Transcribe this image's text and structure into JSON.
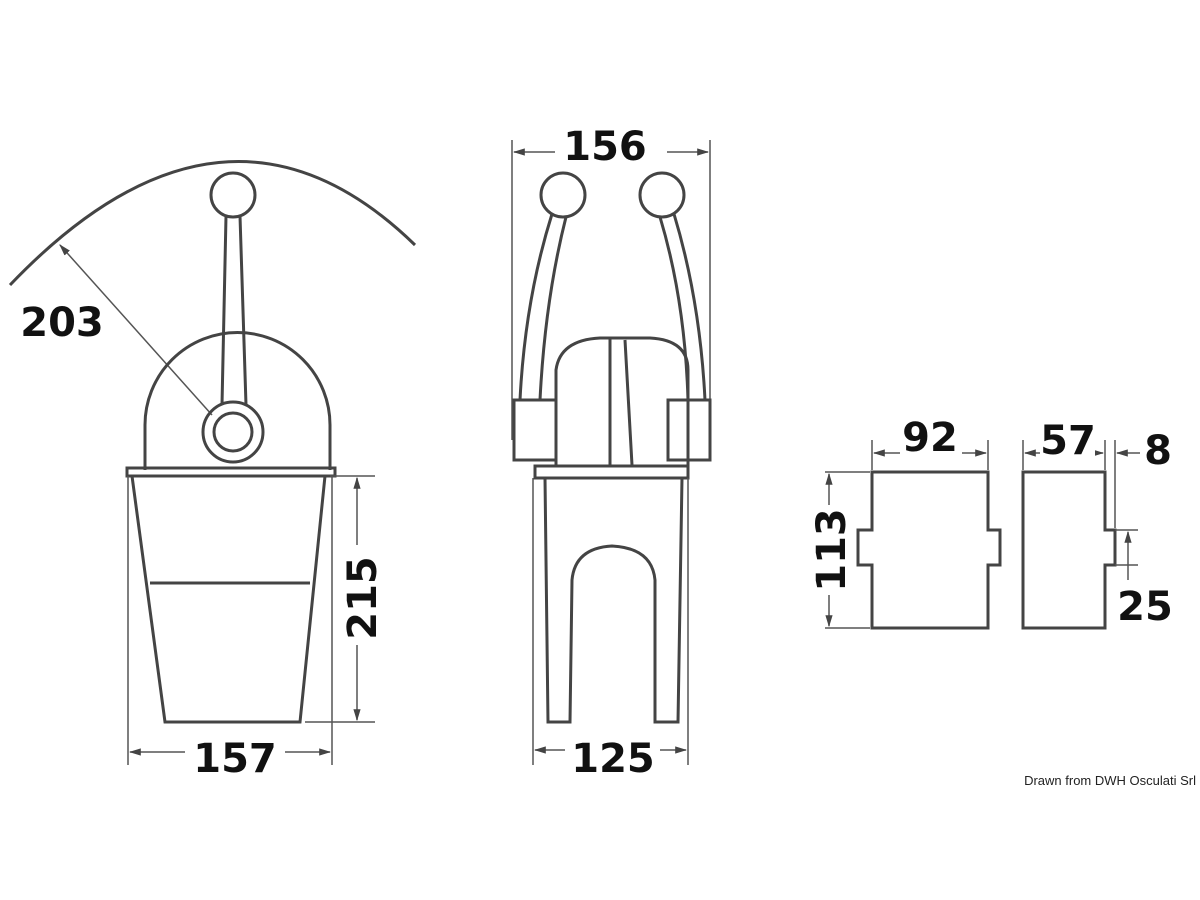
{
  "drawing": {
    "caption": "Drawn from DWH Osculati Srl",
    "side_view": {
      "radius": "203",
      "height": "215",
      "width": "157"
    },
    "front_view": {
      "top_width": "156",
      "base_width": "125"
    },
    "cutout": {
      "width": "92",
      "height": "113"
    },
    "cutout_side": {
      "depth": "57",
      "flange": "8",
      "step": "25"
    }
  }
}
